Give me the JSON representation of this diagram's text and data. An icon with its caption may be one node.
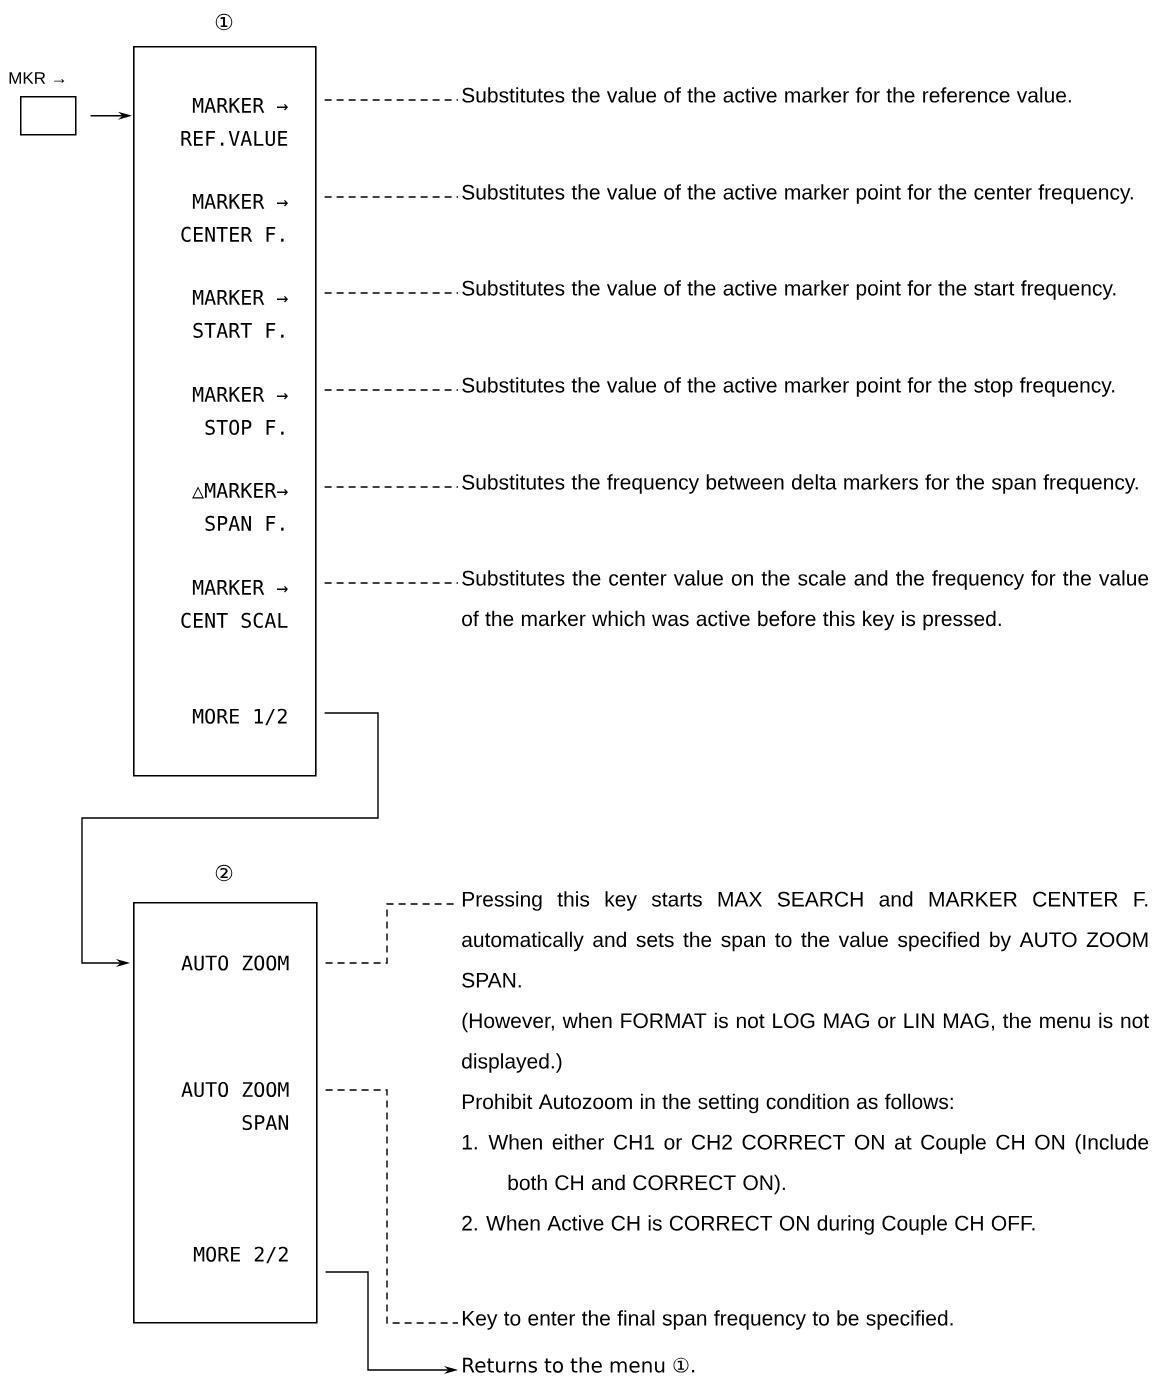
{
  "diagram": {
    "nodes": [
      {
        "text": [
          "①"
        ]
      },
      {
        "text": [
          "MARKER → REF.VALUE"
        ],
        "in": 0
      },
      {
        "text": [
          "MARKER → CENTER F."
        ],
        "in": 0
      },
      {
        "text": [
          "MARKER → START F."
        ],
        "in": 0
      },
      {
        "text": [
          "MARKER → STOP F."
        ],
        "in": 0
      },
      {
        "text": [
          "△MARKER→ SPAN F."
        ],
        "in": 0
      },
      {
        "text": [
          "MARKER → CENT SCAL"
        ],
        "in": 0
      },
      {
        "text": [
          "MORE 1/2"
        ],
        "in": 0
      },
      {
        "text": [
          "②"
        ]
      },
      {
        "text": [
          "AUTO ZOOM"
        ],
        "in": 8
      },
      {
        "text": [
          "AUTO ZOOM SPAN"
        ],
        "in": 8
      },
      {
        "text": [
          "MORE 2/2"
        ],
        "in": 8
      },
      {
        "text": [],
        "shape": "box",
        "beside": [
          "MKR →"
        ]
      },
      {
        "text": [
          "Substitutes the value of the active marker for the reference value."
        ]
      },
      {
        "text": [
          "Substitutes the value of the active marker point for the center frequency."
        ]
      },
      {
        "text": [
          "Substitutes the value of the active marker point for the start frequency."
        ]
      },
      {
        "text": [
          "Substitutes the value of the active marker point for the stop frequency."
        ]
      },
      {
        "text": [
          "Substitutes the frequency between delta markers for the span frequency."
        ]
      },
      {
        "text": [
          "Substitutes the center value on the scale and the frequency for the value of the marker which was active before this key is pressed."
        ]
      },
      {
        "text": [
          "Pressing this key starts MAX SEARCH and MARKER CENTER F. automatically and sets the span to the value specified by AUTO ZOOM SPAN.",
          "(However, when FORMAT is not LOG MAG or LIN MAG, the menu is not displayed.)",
          "Prohibit Autozoom in the setting condition as follows:",
          "1. When either CH1 or CH2 CORRECT ON at Couple CH ON (Include both CH and CORRECT ON).",
          "2. When Active CH is CORRECT ON during Couple CH OFF."
        ]
      },
      {
        "text": [
          "Key to enter the final span frequency to be specified."
        ]
      },
      {
        "text": [
          "Returns to the menu ①."
        ]
      }
    ],
    "edges": [
      {
        "from": 12,
        "to": 0,
        "arrow": "to"
      },
      {
        "from": 1,
        "to": 13,
        "arrow": "none",
        "style": "dashed"
      },
      {
        "from": 2,
        "to": 14,
        "arrow": "none",
        "style": "dashed"
      },
      {
        "from": 3,
        "to": 15,
        "arrow": "none",
        "style": "dashed"
      },
      {
        "from": 4,
        "to": 16,
        "arrow": "none",
        "style": "dashed"
      },
      {
        "from": 5,
        "to": 17,
        "arrow": "none",
        "style": "dashed"
      },
      {
        "from": 6,
        "to": 18,
        "arrow": "none",
        "style": "dashed"
      },
      {
        "from": 7,
        "to": 8,
        "arrow": "to"
      },
      {
        "from": 9,
        "to": 19,
        "arrow": "none",
        "style": "dashed"
      },
      {
        "from": 10,
        "to": 20,
        "arrow": "none",
        "style": "dashed"
      },
      {
        "from": 11,
        "to": 21,
        "arrow": "to"
      }
    ]
  }
}
